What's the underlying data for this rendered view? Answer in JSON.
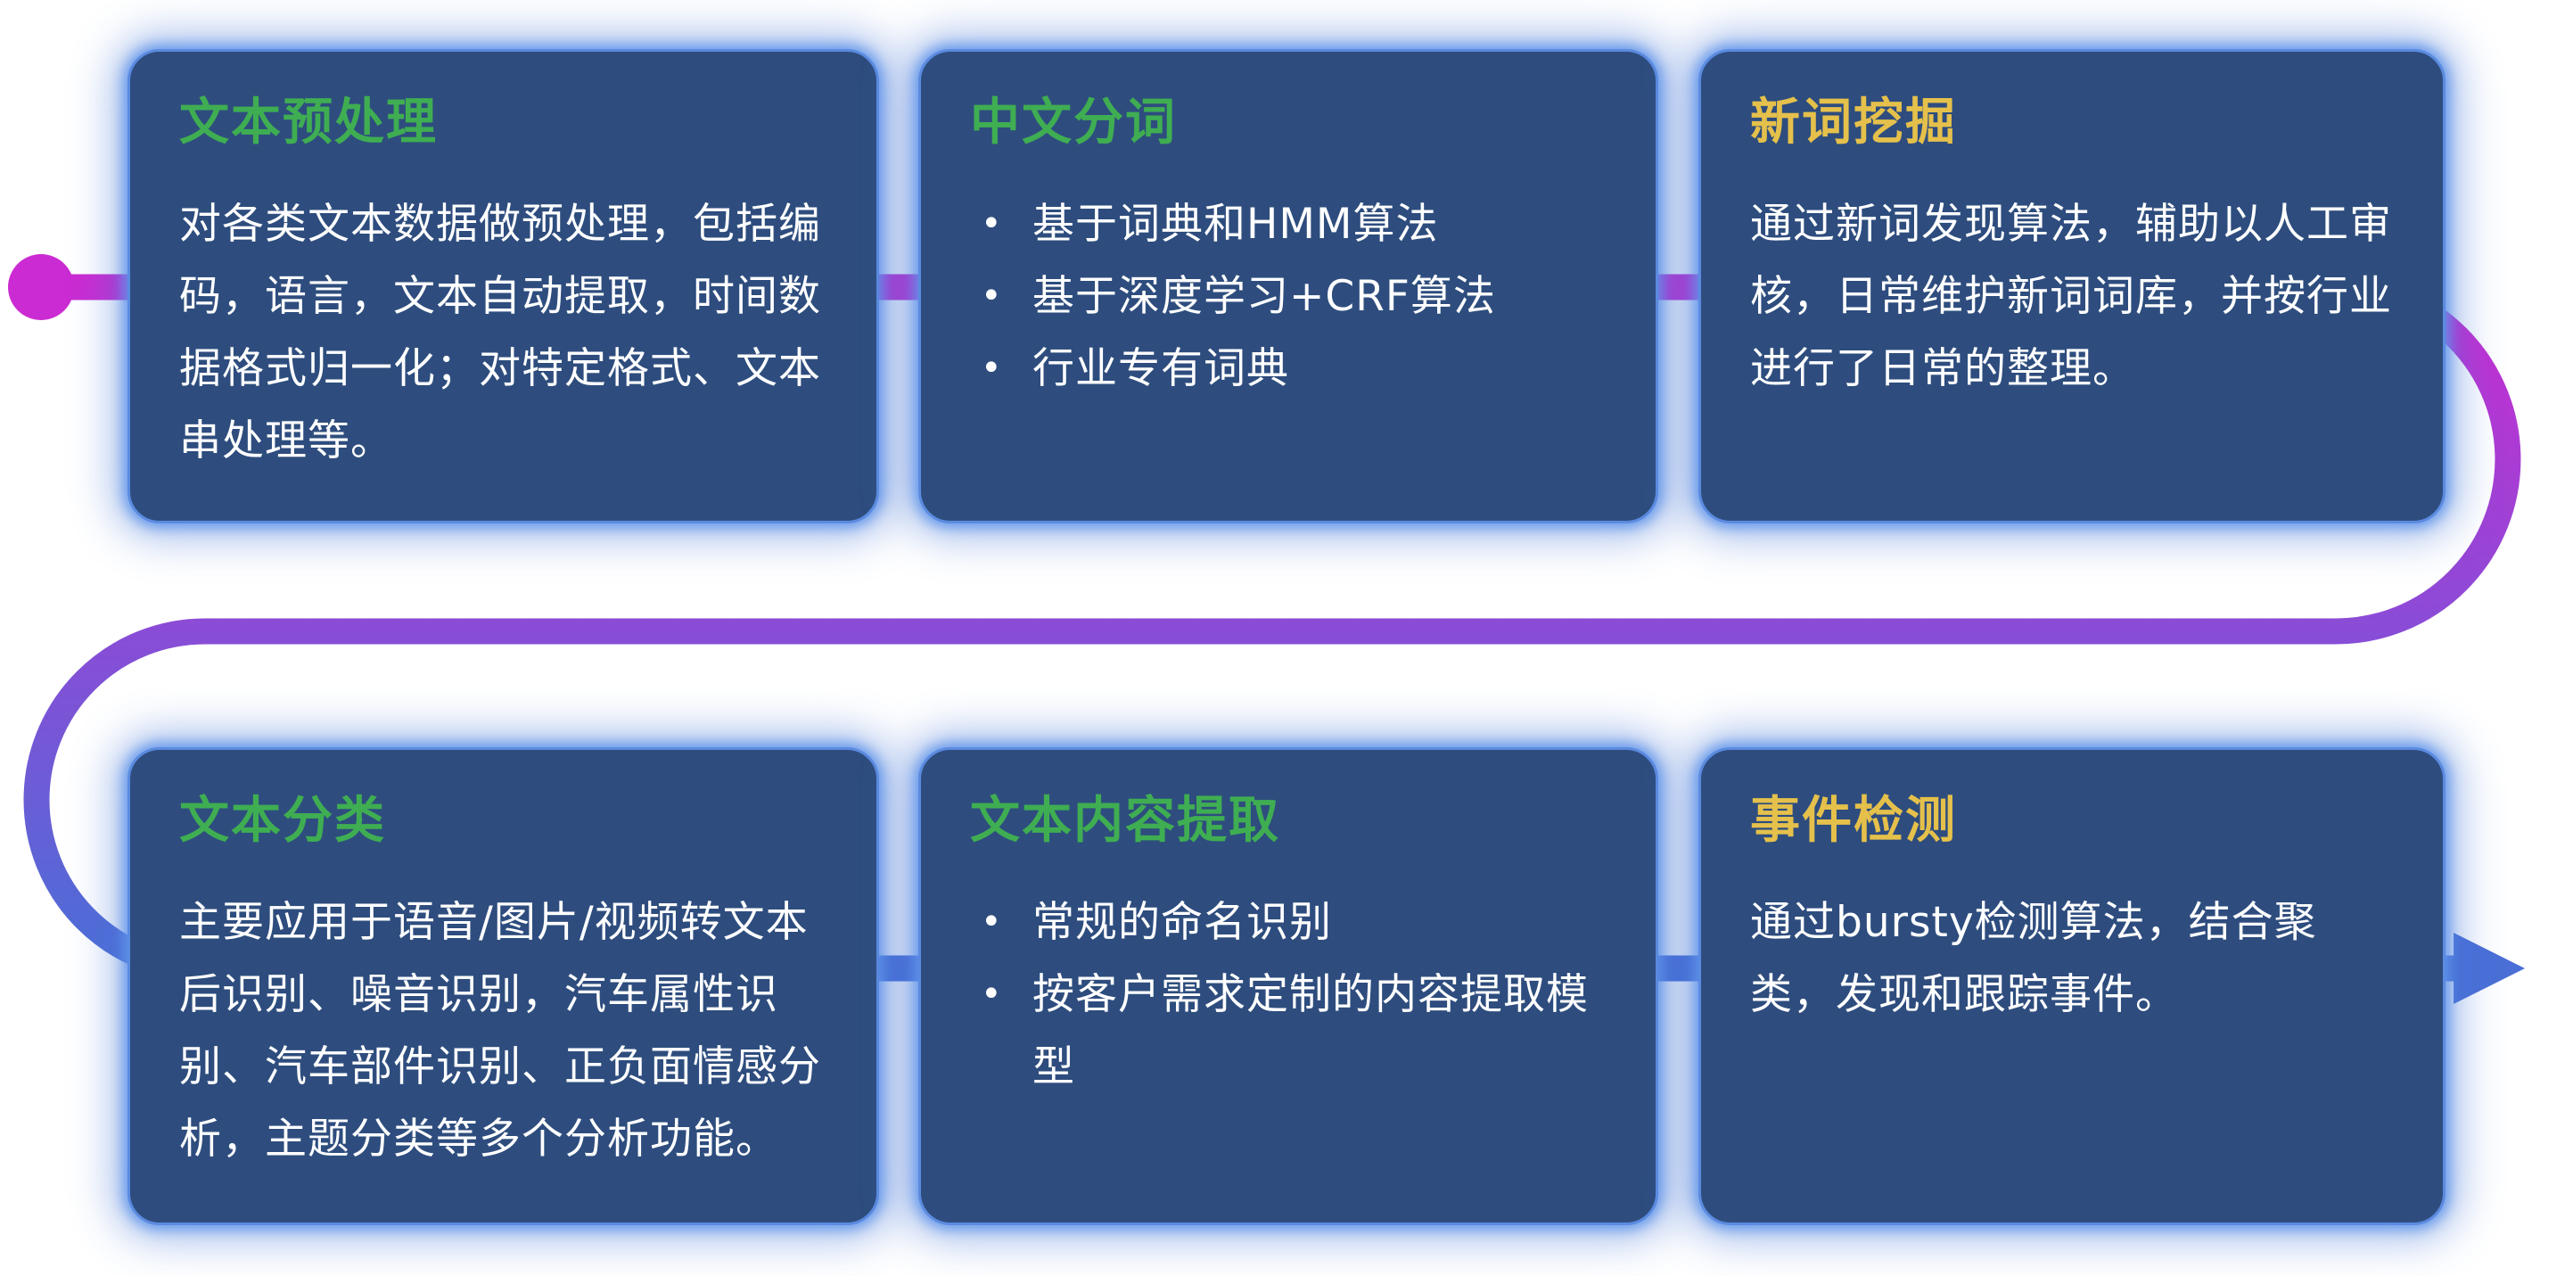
{
  "colors": {
    "card_bg": "#2e4d7e",
    "card_border": "#5b8be0",
    "title_green": "#3fae52",
    "title_yellow": "#e5c04b",
    "body_text": "#ffffff",
    "flow_start": "#cb2bd2",
    "flow_mid": "#8a4cd6",
    "flow_end": "#4a6fd6"
  },
  "cards": [
    {
      "title": "文本预处理",
      "body": "对各类文本数据做预处理，包括编码，语言，文本自动提取，时间数据格式归一化；对特定格式、文本串处理等。"
    },
    {
      "title": "中文分词",
      "bullets": [
        "基于词典和HMM算法",
        "基于深度学习+CRF算法",
        "行业专有词典"
      ]
    },
    {
      "title": "新词挖掘",
      "body": "通过新词发现算法，辅助以人工审核，日常维护新词词库，并按行业进行了日常的整理。"
    },
    {
      "title": "文本分类",
      "body": "主要应用于语音/图片/视频转文本后识别、噪音识别，汽车属性识别、汽车部件识别、正负面情感分析，主题分类等多个分析功能。"
    },
    {
      "title": "文本内容提取",
      "bullets": [
        "常规的命名识别",
        "按客户需求定制的内容提取模型"
      ]
    },
    {
      "title": "事件检测",
      "body": "通过bursty检测算法，结合聚类，发现和跟踪事件。"
    }
  ]
}
